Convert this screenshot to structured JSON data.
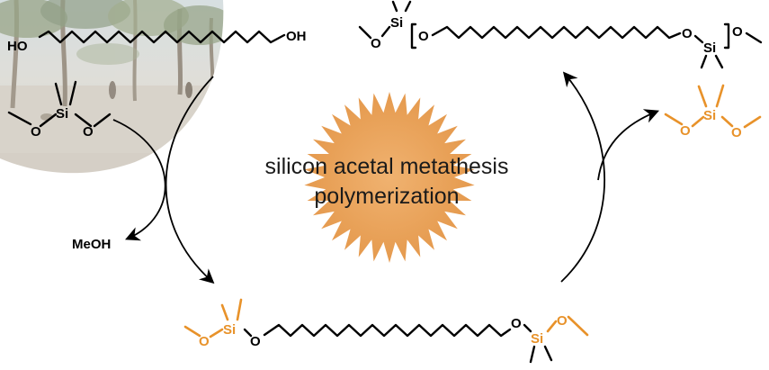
{
  "colors": {
    "accent": "#E8922A",
    "starburst": "#E9A35C",
    "bond": "#000000"
  },
  "reactants": {
    "diol": {
      "left_label": "HO",
      "right_label": "OH"
    },
    "silane": {
      "si": "Si",
      "o_left": "O",
      "o_right": "O"
    }
  },
  "byproduct": {
    "label": "MeOH"
  },
  "center": {
    "line1": "silicon acetal metathesis",
    "line2": "polymerization"
  },
  "intermediate": {
    "o_left": "O",
    "si_left": "Si",
    "o_link_left": "O",
    "o_link_right": "O",
    "si_right": "Si",
    "o_right": "O"
  },
  "polymer": {
    "o_end_left": "O",
    "si_left": "Si",
    "o_chain_left": "O",
    "o_chain_right": "O",
    "si_right": "Si",
    "o_end_right": "O"
  },
  "released_silane": {
    "si": "Si",
    "o_left": "O",
    "o_right": "O"
  },
  "background": {
    "image": "beach-palm-photo"
  }
}
